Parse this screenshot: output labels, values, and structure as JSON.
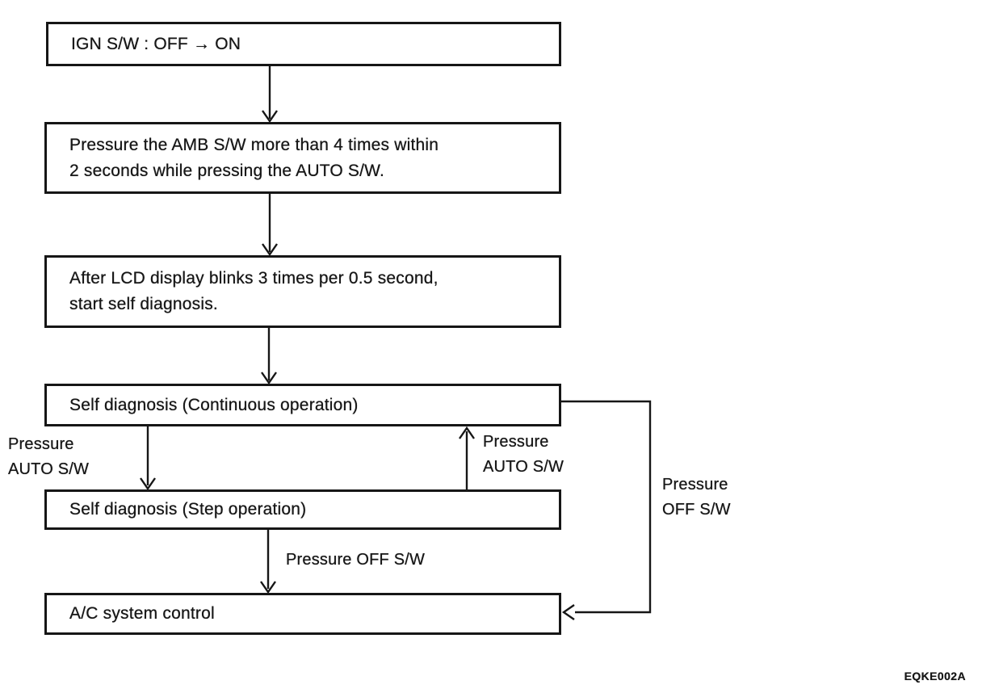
{
  "diagram": {
    "type": "flowchart",
    "colors": {
      "ink": "#161616",
      "background": "#ffffff"
    },
    "boxes": {
      "ign": {
        "text": "IGN S/W : OFF →  ON"
      },
      "amb": {
        "text": "Pressure the AMB S/W more than 4 times within\n2 seconds while pressing the AUTO S/W."
      },
      "lcd": {
        "text": "After LCD display blinks 3 times per 0.5 second,\nstart self diagnosis."
      },
      "continuous": {
        "text": "Self diagnosis (Continuous operation)"
      },
      "step": {
        "text": "Self diagnosis (Step operation)"
      },
      "ac": {
        "text": "A/C system control"
      }
    },
    "labels": {
      "auto_sw_down": "Pressure\nAUTO S/W",
      "auto_sw_up": "Pressure\nAUTO S/W",
      "off_sw_step": "Pressure OFF S/W",
      "off_sw_loop": "Pressure\nOFF S/W"
    },
    "figure_code": "EQKE002A"
  }
}
